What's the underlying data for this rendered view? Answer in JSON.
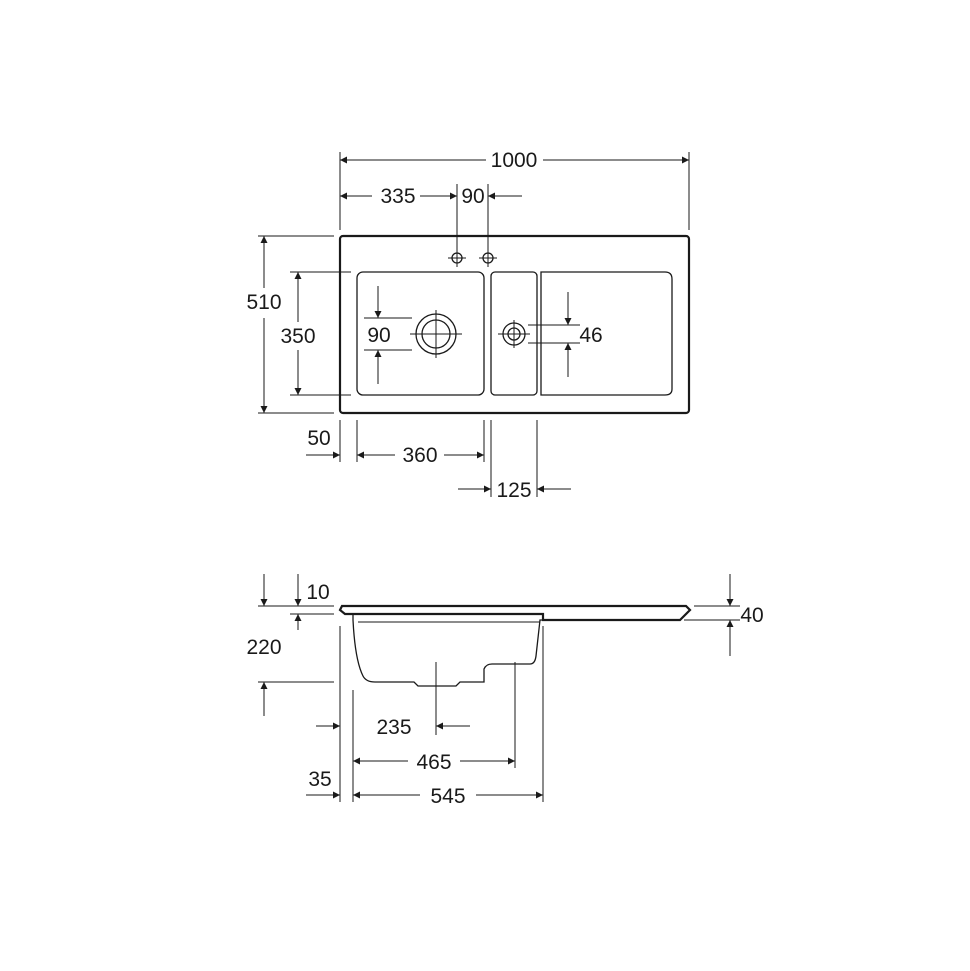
{
  "plan_view": {
    "overall_width": "1000",
    "offset_to_tap_holes": "335",
    "tap_hole_spacing": "90",
    "overall_depth": "510",
    "bowl_depth": "350",
    "main_drain_diameter": "90",
    "secondary_drain_diameter": "46",
    "bowl_edge_offset": "50",
    "main_bowl_width": "360",
    "secondary_bowl_width": "125"
  },
  "section_view": {
    "rim_thickness": "10",
    "bowl_depth": "220",
    "drainer_height": "40",
    "drain_offset": "235",
    "secondary_drain_offset": "465",
    "bowl_width": "545",
    "edge_offset": "35"
  },
  "colors": {
    "line": "#1a1a1a",
    "background": "#ffffff"
  }
}
